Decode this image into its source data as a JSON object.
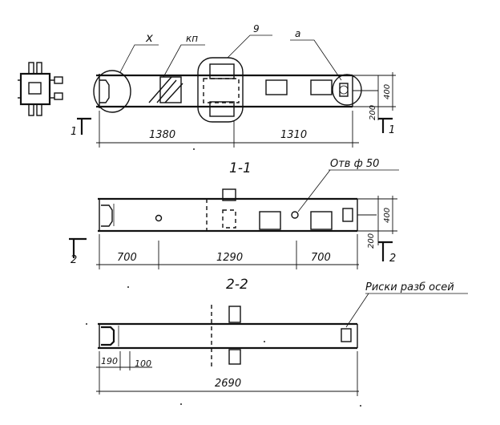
{
  "labels": {
    "callout_x": "x",
    "callout_kp": "кп",
    "callout_9": "9",
    "callout_a": "a",
    "section_1_1": "1-1",
    "section_2_2": "2-2",
    "hole_note": "Отв ф 50",
    "axis_marks_note": "Риски разб осей",
    "cut_1_left": "1",
    "cut_1_right": "1",
    "cut_2_left": "2",
    "cut_2_right": "2"
  },
  "dimensions": {
    "plan_left": "1380",
    "plan_right": "1310",
    "plan_height_400": "400",
    "plan_height_200": "200",
    "s11_left": "700",
    "s11_mid": "1290",
    "s11_right": "700",
    "s11_height_400": "400",
    "s11_height_200": "200",
    "s22_left_190": "190",
    "s22_left_100": "100",
    "s22_total": "2690"
  }
}
